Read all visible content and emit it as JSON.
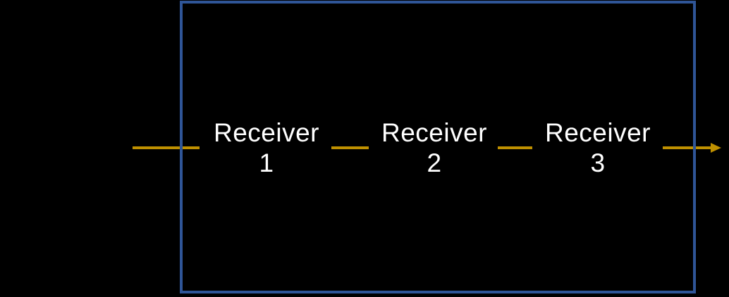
{
  "diagram": {
    "background_color": "#000000",
    "boundary_color": "#2F5597",
    "flow_color": "#BF9000",
    "label_color": "#FFFFFF"
  },
  "receivers": [
    {
      "label": "Receiver",
      "number": "1"
    },
    {
      "label": "Receiver",
      "number": "2"
    },
    {
      "label": "Receiver",
      "number": "3"
    }
  ]
}
